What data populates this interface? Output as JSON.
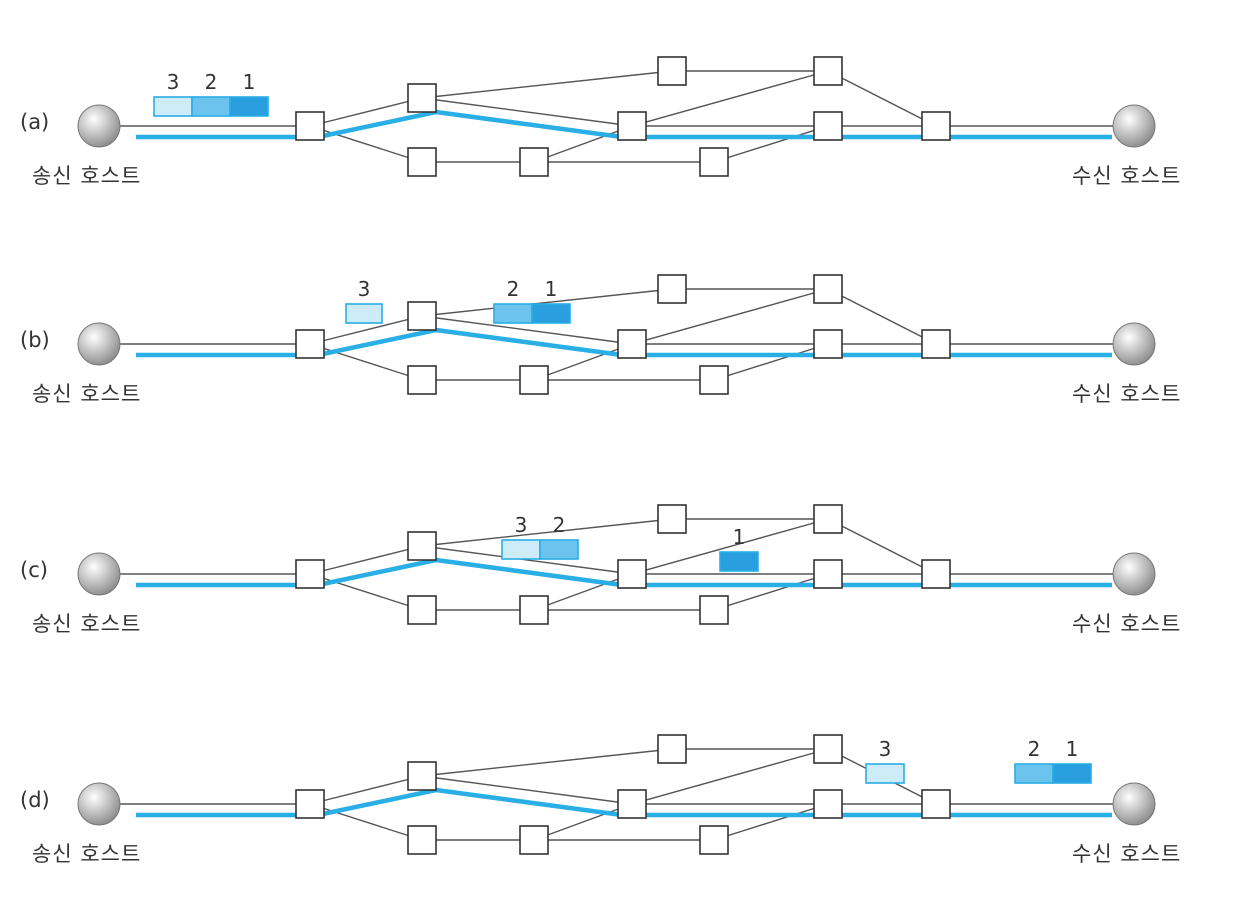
{
  "figure": {
    "sender_label": "송신 호스트",
    "receiver_label": "수신 호스트",
    "colors": {
      "path": "#2aaee6",
      "link": "#555555",
      "node_fill": "#ffffff",
      "node_stroke": "#333333",
      "host_fill": "#d8d8d8",
      "packet_1": "#2a9fe0",
      "packet_2": "#6cc3ee",
      "packet_3": "#cdebf8"
    },
    "panels": [
      {
        "label": "(a)",
        "packets": [
          {
            "num": "3",
            "shade": "packet_3"
          },
          {
            "num": "2",
            "shade": "packet_2"
          },
          {
            "num": "1",
            "shade": "packet_1"
          }
        ]
      },
      {
        "label": "(b)",
        "packets": [
          {
            "num": "3",
            "shade": "packet_3"
          },
          {
            "num": "2",
            "shade": "packet_2"
          },
          {
            "num": "1",
            "shade": "packet_1"
          }
        ]
      },
      {
        "label": "(c)",
        "packets": [
          {
            "num": "3",
            "shade": "packet_3"
          },
          {
            "num": "2",
            "shade": "packet_2"
          },
          {
            "num": "1",
            "shade": "packet_1"
          }
        ]
      },
      {
        "label": "(d)",
        "packets": [
          {
            "num": "3",
            "shade": "packet_3"
          },
          {
            "num": "2",
            "shade": "packet_2"
          },
          {
            "num": "1",
            "shade": "packet_1"
          }
        ]
      }
    ]
  }
}
